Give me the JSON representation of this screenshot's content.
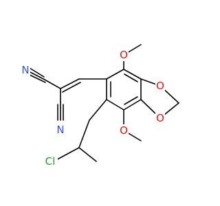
{
  "molecule": {
    "atoms": {
      "n1": {
        "label": "N",
        "color": "#3050F8"
      },
      "n2": {
        "label": "N",
        "color": "#3050F8"
      },
      "o1": {
        "label": "O",
        "color": "#FF0D0D"
      },
      "o2": {
        "label": "O",
        "color": "#FF0D0D"
      },
      "o3": {
        "label": "O",
        "color": "#FF0D0D"
      },
      "o4": {
        "label": "O",
        "color": "#FF0D0D"
      },
      "cl": {
        "label": "Cl",
        "color": "#1FA01F"
      }
    }
  }
}
